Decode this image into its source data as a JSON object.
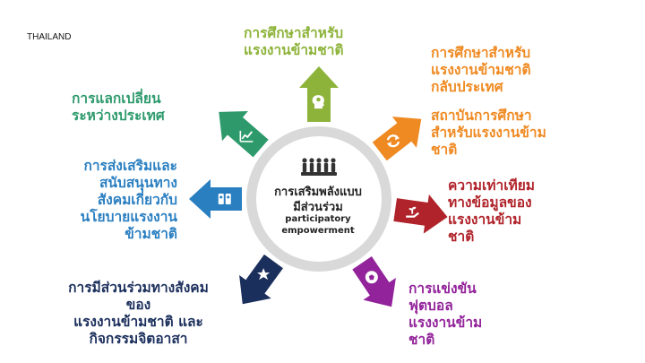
{
  "country": "THAILAND",
  "center": {
    "title_line1": "การเสริมพลังแบบ",
    "title_line2": "มีส่วนร่วม",
    "english_line1": "participatory",
    "english_line2": "empowerment",
    "icon": "people-group-icon"
  },
  "spokes": [
    {
      "id": "top",
      "icon": "head-gear-icon",
      "color": "#8db33a",
      "lines": [
        "การศึกษาสำหรับ",
        "แรงงานข้ามชาติ"
      ]
    },
    {
      "id": "top-right",
      "icon": "refresh-icon",
      "color": "#ef8a22",
      "lines": [
        "การศึกษาสำหรับ",
        "แรงงานข้ามชาติ",
        "กลับประเทศ"
      ],
      "lines2": [
        "สถาบันการศึกษา",
        "สำหรับแรงงานข้าม",
        "ชาติ"
      ]
    },
    {
      "id": "right",
      "icon": "hand-sprout-icon",
      "color": "#b0232a",
      "lines": [
        "ความเท่าเทียม",
        "ทางข้อมูลของ",
        "แรงงานข้าม",
        "ชาติ"
      ]
    },
    {
      "id": "bottom-right",
      "icon": "soccer-ball-icon",
      "color": "#92239a",
      "lines": [
        "การแข่งขัน",
        "ฟุตบอล",
        "แรงงานข้าม",
        "ชาติ"
      ]
    },
    {
      "id": "bottom-left",
      "icon": "handshake-star-icon",
      "color": "#1b2f5c",
      "lines": [
        "การมีส่วนร่วมทางสังคม",
        "ของ",
        "แรงงานข้ามชาติ และ",
        "กิจกรรมจิตอาสา"
      ]
    },
    {
      "id": "left",
      "icon": "id-cards-icon",
      "color": "#2a7fc1",
      "lines": [
        "การส่งเสริมและ",
        "สนับสนุนทาง",
        "สังคมเกี่ยวกับ",
        "นโยบายแรงงาน",
        "ข้ามชาติ"
      ]
    },
    {
      "id": "top-left",
      "icon": "line-chart-icon",
      "color": "#2e9a6c",
      "lines": [
        "การแลกเปลี่ยน",
        "ระหว่างประเทศ"
      ]
    }
  ]
}
